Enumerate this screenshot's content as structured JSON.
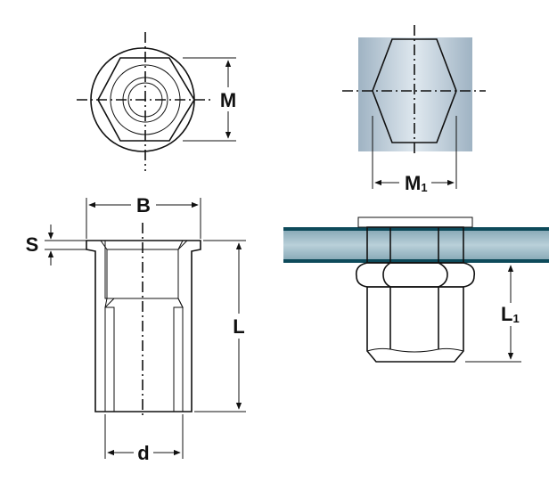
{
  "labels": {
    "M": "M",
    "M1_main": "M",
    "M1_sub": "1",
    "B": "B",
    "S": "S",
    "L": "L",
    "L1_main": "L",
    "L1_sub": "1",
    "d": "d"
  },
  "colors": {
    "part_fill": "#d6eefb",
    "insert_gray": "#d8d8d8",
    "plate_dark": "#0d4a5a",
    "plate_fill": "#8fb0bd",
    "material_gray": "#a9bccb"
  }
}
